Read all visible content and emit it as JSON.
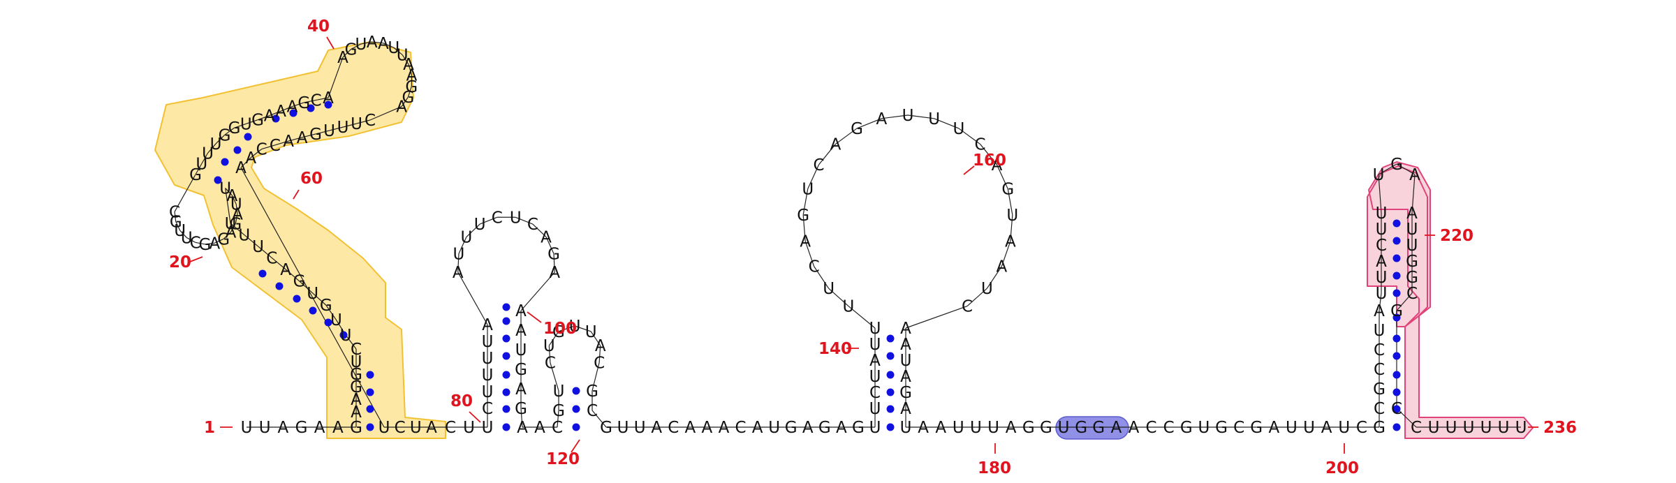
{
  "colors": {
    "nucleotide": "#111111",
    "backbone": "#222222",
    "pair_dot": "#1010e0",
    "position_label": "#e0141e",
    "yellow_highlight_fill": "#fde8a6",
    "yellow_highlight_stroke": "#f2c132",
    "pink_highlight_fill": "#f9d3dc",
    "pink_highlight_stroke": "#e0437a",
    "blue_highlight_fill": "#8f90e6",
    "blue_highlight_stroke": "#5a5bd0"
  },
  "position_labels": [
    "1",
    "20",
    "40",
    "60",
    "80",
    "100",
    "120",
    "140",
    "160",
    "180",
    "200",
    "220",
    "236"
  ],
  "segments": {
    "s5": [
      "U",
      "U",
      "A",
      "G",
      "A",
      "A",
      "G"
    ],
    "h1left": [
      "A",
      "A",
      "G",
      "G",
      "U",
      "C",
      "U",
      "U",
      "G",
      "U",
      "G",
      "A",
      "C",
      "U",
      "U",
      "U",
      "U",
      "A",
      "U",
      "A",
      "G",
      "A",
      "G",
      "A",
      "G",
      "C",
      "U",
      "U",
      "G",
      "C",
      "G",
      "U",
      "U",
      "U",
      "G",
      "G",
      "U",
      "G",
      "A",
      "A",
      "A",
      "G",
      "C",
      "A",
      "A",
      "G",
      "U",
      "A",
      "A",
      "U",
      "U",
      "A",
      "A",
      "G",
      "G",
      "A",
      "C",
      "U",
      "U",
      "U",
      "G",
      "A",
      "A",
      "C",
      "C",
      "A",
      "A"
    ],
    "h1right": [
      "U",
      "C",
      "U",
      "A"
    ],
    "j1": [
      "C",
      "U",
      "U"
    ],
    "h2": [
      "C",
      "U",
      "U",
      "U",
      "U",
      "A",
      "A",
      "U",
      "U",
      "U",
      "C",
      "U",
      "C",
      "A",
      "G",
      "A",
      "A",
      "A",
      "U",
      "G",
      "A",
      "G"
    ],
    "j2": [
      "A",
      "A",
      "C"
    ],
    "h3": [
      "G",
      "U",
      "C",
      "U",
      "G",
      "U",
      "U",
      "A",
      "C",
      "G",
      "C"
    ],
    "j3": [
      "G",
      "U",
      "U",
      "A",
      "C",
      "A",
      "A",
      "A",
      "C",
      "A",
      "U",
      "G",
      "A",
      "G",
      "A",
      "G",
      "U"
    ],
    "h4": [
      "U",
      "C",
      "U",
      "A",
      "U",
      "U",
      "U",
      "U",
      "C",
      "A",
      "G",
      "U",
      "C",
      "A",
      "G",
      "A",
      "U",
      "U",
      "U",
      "C",
      "A",
      "G",
      "U",
      "A",
      "A",
      "U",
      "C",
      "A",
      "A",
      "U",
      "A",
      "G",
      "A"
    ],
    "j4": [
      "U",
      "A",
      "A",
      "U",
      "U",
      "U",
      "A",
      "G",
      "G",
      "U",
      "G",
      "G",
      "A",
      "A",
      "C",
      "C",
      "G",
      "U",
      "G",
      "C",
      "G",
      "A",
      "U",
      "U",
      "A",
      "U",
      "C",
      "G"
    ],
    "h5": [
      "C",
      "G",
      "C",
      "C",
      "U",
      "A",
      "U",
      "U",
      "A",
      "C",
      "U",
      "U",
      "U",
      "G",
      "A",
      "A",
      "U",
      "U",
      "G",
      "G",
      "C",
      "G",
      "C"
    ],
    "tail": [
      "C",
      "U",
      "U",
      "U",
      "U",
      "U",
      "U"
    ]
  }
}
